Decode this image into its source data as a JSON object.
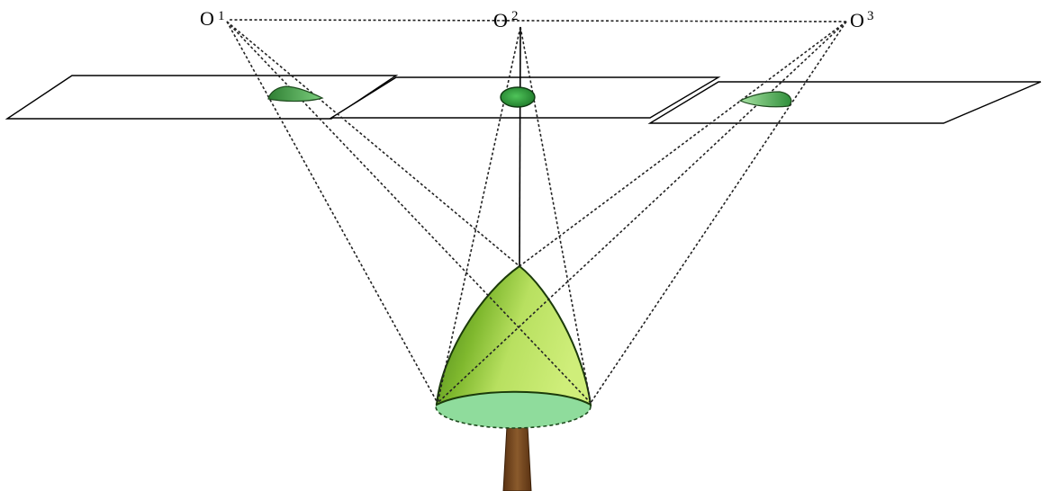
{
  "viewpoints": [
    {
      "letter": "O",
      "index": "1"
    },
    {
      "letter": "O",
      "index": "2"
    },
    {
      "letter": "O",
      "index": "3"
    }
  ],
  "colors": {
    "crown_light": "#b8e060",
    "crown_dark": "#4f8a1e",
    "crown_base": "#8fdc9c",
    "projection_dark": "#2f8f3a",
    "projection_light": "#9ee09a",
    "trunk": "#7a4a22",
    "rays": "#222222"
  }
}
